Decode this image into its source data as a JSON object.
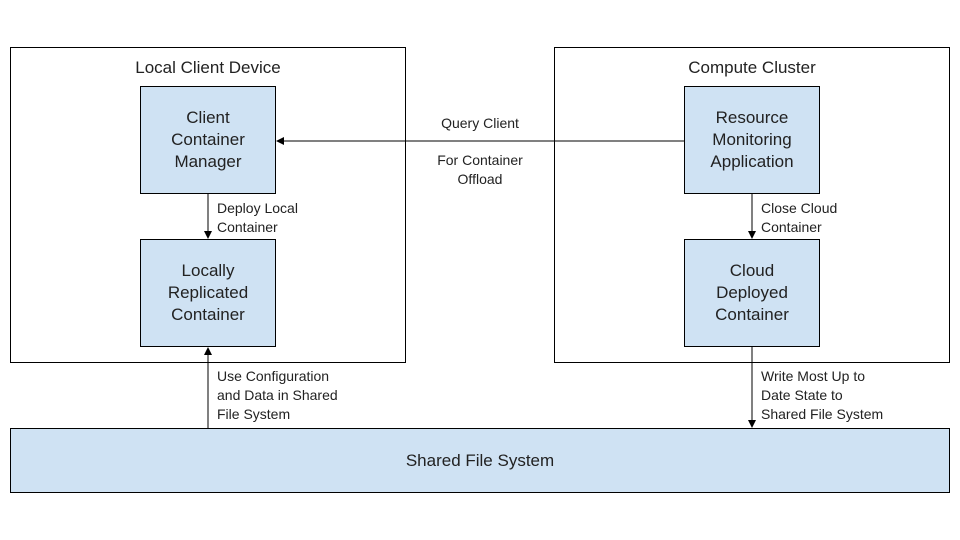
{
  "groups": {
    "local": {
      "title": "Local Client Device"
    },
    "cluster": {
      "title": "Compute Cluster"
    }
  },
  "nodes": {
    "client_container_manager": "Client\nContainer\nManager",
    "locally_replicated_container": "Locally\nReplicated\nContainer",
    "resource_monitoring_application": "Resource\nMonitoring\nApplication",
    "cloud_deployed_container": "Cloud\nDeployed\nContainer",
    "shared_file_system": "Shared File System"
  },
  "edges": {
    "query_client": "Query Client",
    "for_container_offload": "For Container\nOffload",
    "deploy_local_container": "Deploy Local\nContainer",
    "close_cloud_container": "Close Cloud\nContainer",
    "use_configuration": "Use Configuration\nand Data in Shared\nFile System",
    "write_state": "Write Most Up to\nDate State to\nShared File System"
  },
  "colors": {
    "box_fill": "#cfe2f3",
    "border": "#000000",
    "text": "#222222"
  }
}
